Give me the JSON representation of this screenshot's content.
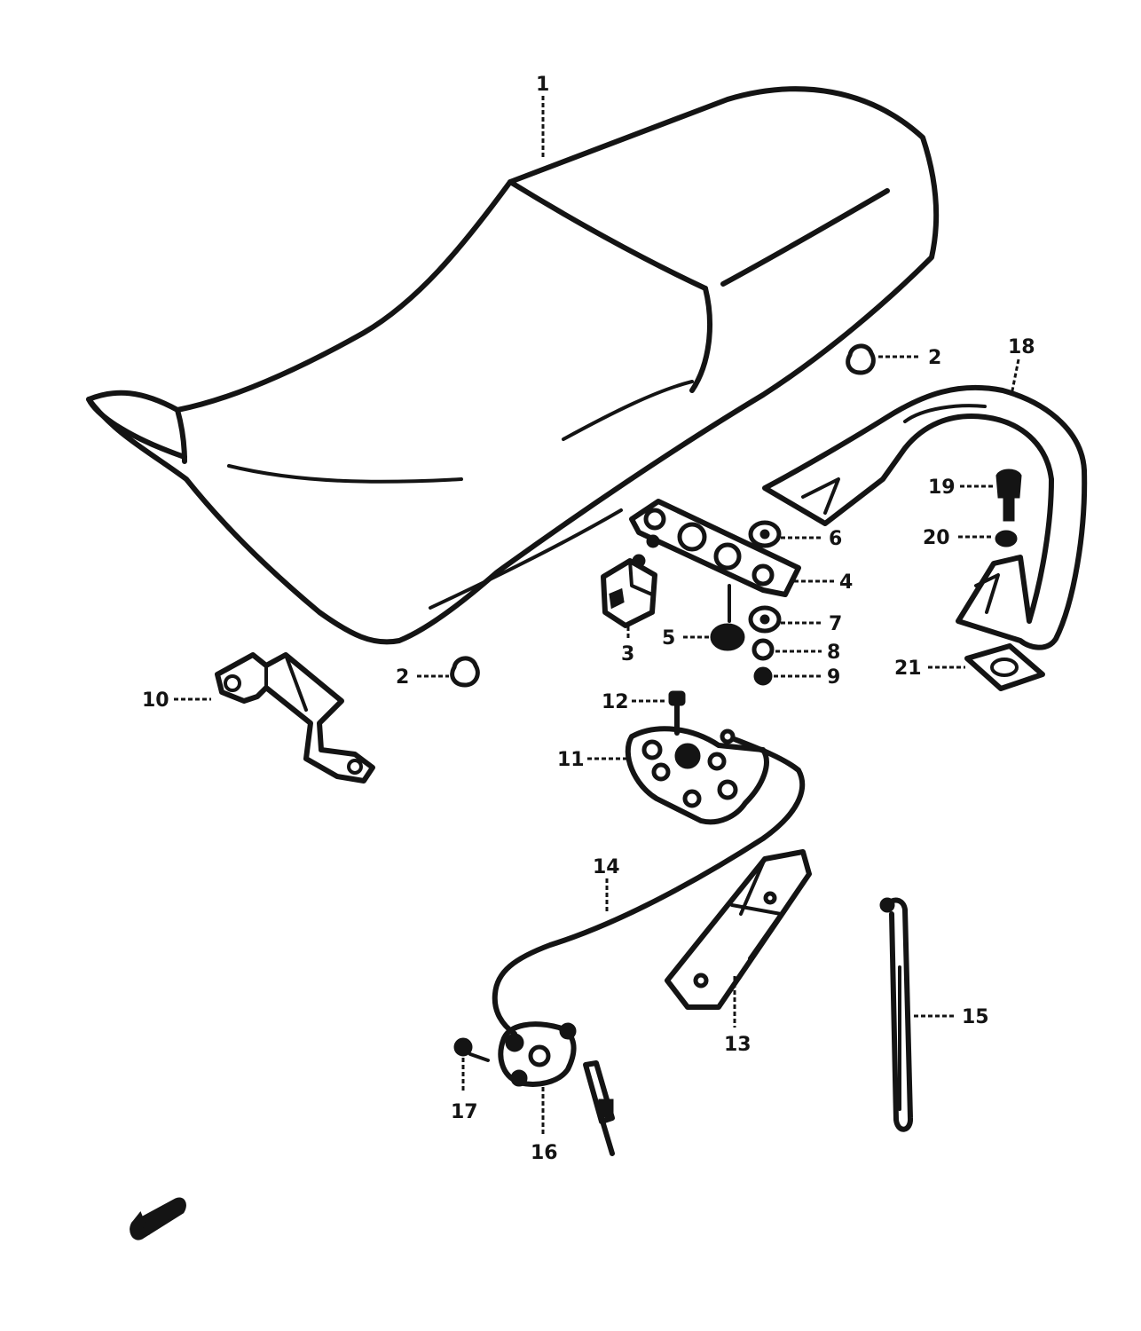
{
  "diagram": {
    "ink_color": "#141414",
    "background": "#ffffff",
    "callouts": {
      "c1": "1",
      "c2a": "2",
      "c2b": "2",
      "c3": "3",
      "c4": "4",
      "c5": "5",
      "c6": "6",
      "c7": "7",
      "c8": "8",
      "c9": "9",
      "c10": "10",
      "c11": "11",
      "c12": "12",
      "c13": "13",
      "c14": "14",
      "c15": "15",
      "c16": "16",
      "c17": "17",
      "c18": "18",
      "c19": "19",
      "c20": "20",
      "c21": "21"
    }
  }
}
